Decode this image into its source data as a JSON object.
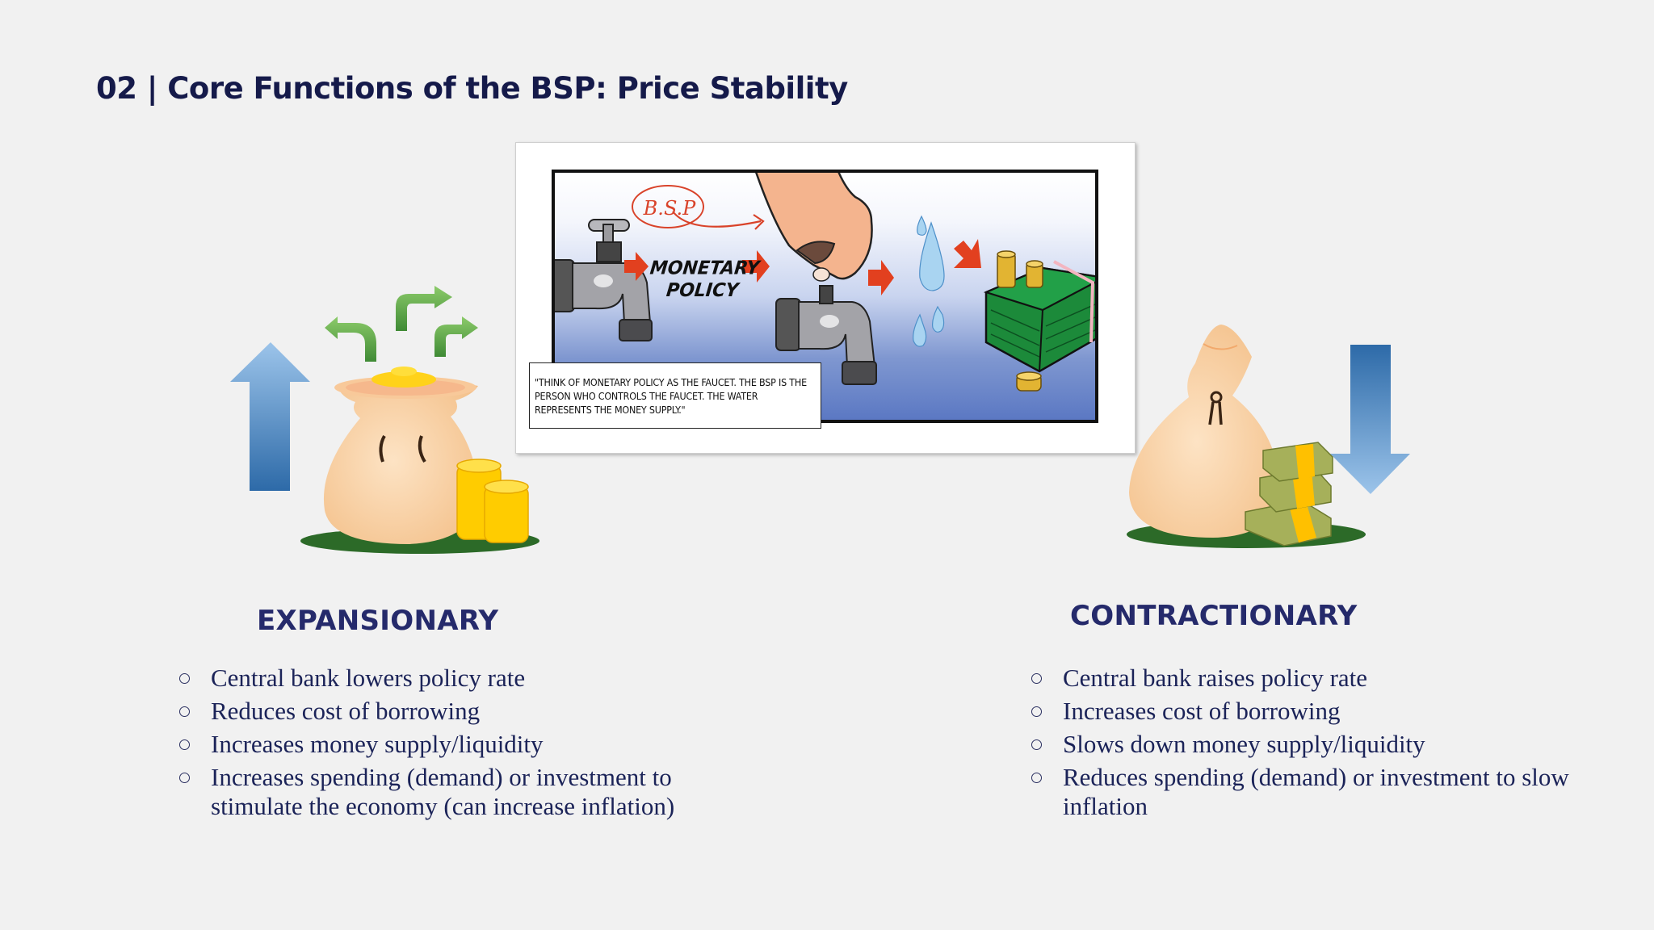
{
  "slide": {
    "title": "02 | Core Functions of the BSP: Price Stability",
    "background_color": "#f1f1f1",
    "accent_color": "#252a6b"
  },
  "comic": {
    "bsp_tag": "B.S.P",
    "monetary_policy_label_line1": "MONETARY",
    "monetary_policy_label_line2": "POLICY",
    "caption": "\"Think of monetary policy as the faucet. The BSP is the person who controls the faucet. The water represents the money supply.\"",
    "icons": [
      "faucet-icon",
      "arrow-right-icon",
      "hand-icon",
      "faucet-icon",
      "arrow-right-icon",
      "water-drops-icon",
      "arrow-right-icon",
      "money-stack-icon",
      "coin-stack-icon"
    ]
  },
  "expansionary": {
    "heading": "EXPANSIONARY",
    "icons": [
      "arrow-up-icon",
      "money-bag-icon",
      "coin-stack-icon",
      "green-branch-arrows-icon"
    ],
    "bullets": [
      "Central bank lowers policy rate",
      "Reduces cost of borrowing",
      "Increases money supply/liquidity",
      "Increases spending (demand) or investment to stimulate the economy (can increase inflation)"
    ]
  },
  "contractionary": {
    "heading": "CONTRACTIONARY",
    "icons": [
      "arrow-down-icon",
      "money-bag-icon",
      "cash-bundles-icon"
    ],
    "bullets": [
      "Central bank raises policy rate",
      "Increases cost of borrowing",
      "Slows down money supply/liquidity",
      "Reduces spending (demand) or investment to slow inflation"
    ]
  }
}
